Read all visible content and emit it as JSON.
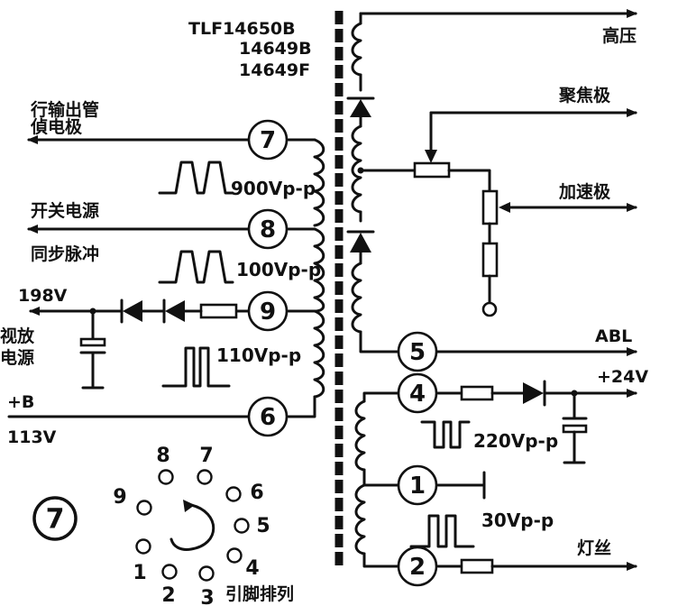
{
  "part_numbers": [
    "TLF14650B",
    "14649B",
    "14649F"
  ],
  "labels": {
    "hv": "高压",
    "focus": "聚焦极",
    "accel": "加速极",
    "abl": "ABL",
    "v24": "+24V",
    "heater": "灯丝",
    "line_out_1": "行输出管",
    "line_out_2": "偵电极",
    "sw_psu": "开关电源",
    "sync": "同步脉冲",
    "v198": "198V",
    "video_1": "视放",
    "video_2": "电源",
    "b_plus_1": "+B",
    "b_plus_2": "113V",
    "pinout": "引脚排列"
  },
  "pins": {
    "p7": "7",
    "p8": "8",
    "p9": "9",
    "p6": "6",
    "p5": "5",
    "p4": "4",
    "p1": "1",
    "p2": "2"
  },
  "waveforms": {
    "w7": "900Vp-p",
    "w8": "100Vp-p",
    "w9": "110Vp-p",
    "w4": "220Vp-p",
    "w2": "30Vp-p"
  },
  "figure_number": "7",
  "pinout_numbers": [
    "8",
    "7",
    "9",
    "6",
    "5",
    "1",
    "4",
    "2",
    "3"
  ]
}
